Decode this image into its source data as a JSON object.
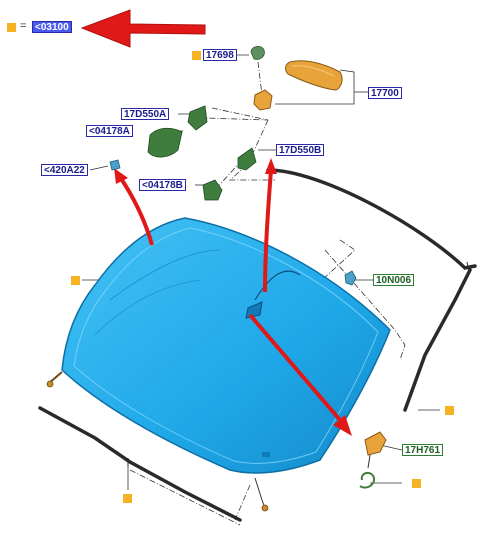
{
  "legend": {
    "label": "<03100",
    "equals": "="
  },
  "labels": {
    "l17698": "17698",
    "l17700": "17700",
    "l17D550A": "17D550A",
    "l04178A": "<04178A",
    "l17D550B": "17D550B",
    "l420A22": "<420A22",
    "l04178B": "<04178B",
    "l10N006": "10N006",
    "l17H761": "17H761"
  },
  "colors": {
    "windshield": "#1ea7e8",
    "windshield_edge": "#0d6fa6",
    "arrow": "#e01818",
    "marker": "#f5b324",
    "bracket_green": "#3f7d3f",
    "mirror_orange": "#e8a33a"
  }
}
